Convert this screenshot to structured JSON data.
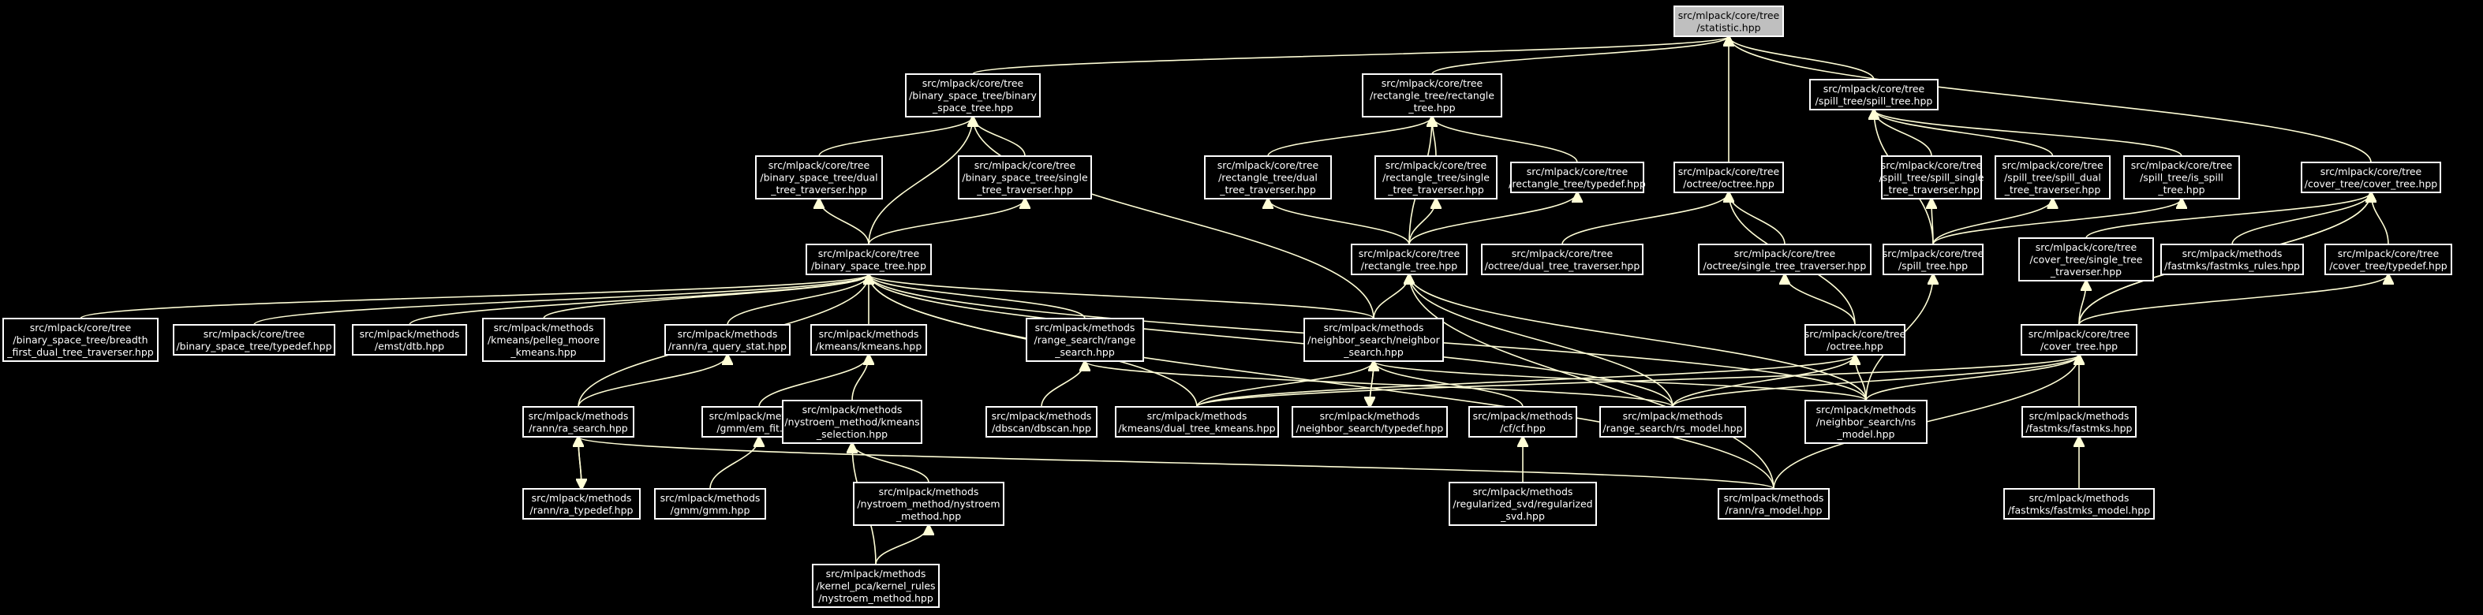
{
  "nodes": [
    {
      "id": "statistic",
      "lines": [
        "src/mlpack/core/tree",
        "/statistic.hpp"
      ],
      "root": true
    },
    {
      "id": "bst_binary",
      "lines": [
        "src/mlpack/core/tree",
        "/binary_space_tree/binary",
        "_space_tree.hpp"
      ]
    },
    {
      "id": "rect_rect",
      "lines": [
        "src/mlpack/core/tree",
        "/rectangle_tree/rectangle",
        "_tree.hpp"
      ]
    },
    {
      "id": "spill_spill",
      "lines": [
        "src/mlpack/core/tree",
        "/spill_tree/spill_tree.hpp"
      ]
    },
    {
      "id": "bst_dual",
      "lines": [
        "src/mlpack/core/tree",
        "/binary_space_tree/dual",
        "_tree_traverser.hpp"
      ]
    },
    {
      "id": "bst_single",
      "lines": [
        "src/mlpack/core/tree",
        "/binary_space_tree/single",
        "_tree_traverser.hpp"
      ]
    },
    {
      "id": "rect_dual",
      "lines": [
        "src/mlpack/core/tree",
        "/rectangle_tree/dual",
        "_tree_traverser.hpp"
      ]
    },
    {
      "id": "rect_single",
      "lines": [
        "src/mlpack/core/tree",
        "/rectangle_tree/single",
        "_tree_traverser.hpp"
      ]
    },
    {
      "id": "rect_typedef",
      "lines": [
        "src/mlpack/core/tree",
        "/rectangle_tree/typedef.hpp"
      ]
    },
    {
      "id": "octree_octree",
      "lines": [
        "src/mlpack/core/tree",
        "/octree/octree.hpp"
      ]
    },
    {
      "id": "spill_single",
      "lines": [
        "src/mlpack/core/tree",
        "/spill_tree/spill_single",
        "_tree_traverser.hpp"
      ]
    },
    {
      "id": "spill_dual",
      "lines": [
        "src/mlpack/core/tree",
        "/spill_tree/spill_dual",
        "_tree_traverser.hpp"
      ]
    },
    {
      "id": "spill_is",
      "lines": [
        "src/mlpack/core/tree",
        "/spill_tree/is_spill",
        "_tree.hpp"
      ]
    },
    {
      "id": "cover_cover",
      "lines": [
        "src/mlpack/core/tree",
        "/cover_tree/cover_tree.hpp"
      ]
    },
    {
      "id": "bst_hpp",
      "lines": [
        "src/mlpack/core/tree",
        "/binary_space_tree.hpp"
      ]
    },
    {
      "id": "rect_hpp",
      "lines": [
        "src/mlpack/core/tree",
        "/rectangle_tree.hpp"
      ]
    },
    {
      "id": "oct_dual",
      "lines": [
        "src/mlpack/core/tree",
        "/octree/dual_tree_traverser.hpp"
      ]
    },
    {
      "id": "oct_single",
      "lines": [
        "src/mlpack/core/tree",
        "/octree/single_tree_traverser.hpp"
      ]
    },
    {
      "id": "spill_hpp",
      "lines": [
        "src/mlpack/core/tree",
        "/spill_tree.hpp"
      ]
    },
    {
      "id": "cover_single",
      "lines": [
        "src/mlpack/core/tree",
        "/cover_tree/single_tree",
        "_traverser.hpp"
      ]
    },
    {
      "id": "fastmks_rules",
      "lines": [
        "src/mlpack/methods",
        "/fastmks/fastmks_rules.hpp"
      ]
    },
    {
      "id": "cover_typedef",
      "lines": [
        "src/mlpack/core/tree",
        "/cover_tree/typedef.hpp"
      ]
    },
    {
      "id": "bst_breadth",
      "lines": [
        "src/mlpack/core/tree",
        "/binary_space_tree/breadth",
        "_first_dual_tree_traverser.hpp"
      ]
    },
    {
      "id": "bst_typedef",
      "lines": [
        "src/mlpack/core/tree",
        "/binary_space_tree/typedef.hpp"
      ]
    },
    {
      "id": "emst_dtb",
      "lines": [
        "src/mlpack/methods",
        "/emst/dtb.hpp"
      ]
    },
    {
      "id": "pelleg",
      "lines": [
        "src/mlpack/methods",
        "/kmeans/pelleg_moore",
        "_kmeans.hpp"
      ]
    },
    {
      "id": "ra_query_stat",
      "lines": [
        "src/mlpack/methods",
        "/rann/ra_query_stat.hpp"
      ]
    },
    {
      "id": "kmeans_kmeans",
      "lines": [
        "src/mlpack/methods",
        "/kmeans/kmeans.hpp"
      ]
    },
    {
      "id": "range_search",
      "lines": [
        "src/mlpack/methods",
        "/range_search/range",
        "_search.hpp"
      ]
    },
    {
      "id": "ns_ns",
      "lines": [
        "src/mlpack/methods",
        "/neighbor_search/neighbor",
        "_search.hpp"
      ]
    },
    {
      "id": "octree_hpp",
      "lines": [
        "src/mlpack/core/tree",
        "/octree.hpp"
      ]
    },
    {
      "id": "cover_hpp",
      "lines": [
        "src/mlpack/core/tree",
        "/cover_tree.hpp"
      ]
    },
    {
      "id": "ra_search",
      "lines": [
        "src/mlpack/methods",
        "/rann/ra_search.hpp"
      ]
    },
    {
      "id": "em_fit",
      "lines": [
        "src/mlpack/methods",
        "/gmm/em_fit.hpp"
      ]
    },
    {
      "id": "nystroem_kmeans",
      "lines": [
        "src/mlpack/methods",
        "/nystroem_method/kmeans",
        "_selection.hpp"
      ]
    },
    {
      "id": "dbscan",
      "lines": [
        "src/mlpack/methods",
        "/dbscan/dbscan.hpp"
      ]
    },
    {
      "id": "dual_tree_kmeans",
      "lines": [
        "src/mlpack/methods",
        "/kmeans/dual_tree_kmeans.hpp"
      ]
    },
    {
      "id": "ns_typedef",
      "lines": [
        "src/mlpack/methods",
        "/neighbor_search/typedef.hpp"
      ]
    },
    {
      "id": "cf",
      "lines": [
        "src/mlpack/methods",
        "/cf/cf.hpp"
      ]
    },
    {
      "id": "rs_model",
      "lines": [
        "src/mlpack/methods",
        "/range_search/rs_model.hpp"
      ]
    },
    {
      "id": "ns_model",
      "lines": [
        "src/mlpack/methods",
        "/neighbor_search/ns",
        "_model.hpp"
      ]
    },
    {
      "id": "fastmks",
      "lines": [
        "src/mlpack/methods",
        "/fastmks/fastmks.hpp"
      ]
    },
    {
      "id": "ra_typedef",
      "lines": [
        "src/mlpack/methods",
        "/rann/ra_typedef.hpp"
      ]
    },
    {
      "id": "gmm",
      "lines": [
        "src/mlpack/methods",
        "/gmm/gmm.hpp"
      ]
    },
    {
      "id": "nystroem_method",
      "lines": [
        "src/mlpack/methods",
        "/nystroem_method/nystroem",
        "_method.hpp"
      ]
    },
    {
      "id": "reg_svd",
      "lines": [
        "src/mlpack/methods",
        "/regularized_svd/regularized",
        "_svd.hpp"
      ]
    },
    {
      "id": "ra_model",
      "lines": [
        "src/mlpack/methods",
        "/rann/ra_model.hpp"
      ]
    },
    {
      "id": "fastmks_model",
      "lines": [
        "src/mlpack/methods",
        "/fastmks/fastmks_model.hpp"
      ]
    },
    {
      "id": "kernel_rules",
      "lines": [
        "src/mlpack/methods",
        "/kernel_pca/kernel_rules",
        "/nystroem_method.hpp"
      ]
    }
  ],
  "edges": [
    [
      "bst_binary",
      "statistic"
    ],
    [
      "rect_rect",
      "statistic"
    ],
    [
      "spill_spill",
      "statistic"
    ],
    [
      "octree_octree",
      "statistic"
    ],
    [
      "cover_cover",
      "statistic"
    ],
    [
      "bst_dual",
      "bst_binary"
    ],
    [
      "bst_single",
      "bst_binary"
    ],
    [
      "bst_hpp",
      "bst_binary"
    ],
    [
      "bst_hpp",
      "bst_dual"
    ],
    [
      "bst_hpp",
      "bst_single"
    ],
    [
      "rect_dual",
      "rect_rect"
    ],
    [
      "rect_single",
      "rect_rect"
    ],
    [
      "rect_typedef",
      "rect_rect"
    ],
    [
      "rect_hpp",
      "rect_rect"
    ],
    [
      "rect_hpp",
      "rect_dual"
    ],
    [
      "rect_hpp",
      "rect_single"
    ],
    [
      "rect_hpp",
      "rect_typedef"
    ],
    [
      "oct_dual",
      "octree_octree"
    ],
    [
      "oct_single",
      "octree_octree"
    ],
    [
      "octree_hpp",
      "octree_octree"
    ],
    [
      "octree_hpp",
      "oct_single"
    ],
    [
      "spill_single",
      "spill_spill"
    ],
    [
      "spill_dual",
      "spill_spill"
    ],
    [
      "spill_is",
      "spill_spill"
    ],
    [
      "spill_hpp",
      "spill_spill"
    ],
    [
      "spill_hpp",
      "spill_single"
    ],
    [
      "spill_hpp",
      "spill_dual"
    ],
    [
      "spill_hpp",
      "spill_is"
    ],
    [
      "cover_single",
      "cover_cover"
    ],
    [
      "fastmks_rules",
      "cover_cover"
    ],
    [
      "cover_typedef",
      "cover_cover"
    ],
    [
      "cover_hpp",
      "cover_cover"
    ],
    [
      "cover_hpp",
      "cover_single"
    ],
    [
      "cover_hpp",
      "cover_typedef"
    ],
    [
      "bst_breadth",
      "bst_hpp"
    ],
    [
      "bst_typedef",
      "bst_hpp"
    ],
    [
      "emst_dtb",
      "bst_hpp"
    ],
    [
      "pelleg",
      "bst_hpp"
    ],
    [
      "ra_query_stat",
      "bst_hpp"
    ],
    [
      "kmeans_kmeans",
      "bst_hpp"
    ],
    [
      "range_search",
      "bst_hpp"
    ],
    [
      "ns_ns",
      "bst_hpp"
    ],
    [
      "ns_ns",
      "bst_binary"
    ],
    [
      "ra_search",
      "bst_hpp"
    ],
    [
      "dual_tree_kmeans",
      "bst_hpp"
    ],
    [
      "rs_model",
      "bst_hpp"
    ],
    [
      "ns_model",
      "bst_hpp"
    ],
    [
      "ra_model",
      "bst_hpp"
    ],
    [
      "ns_ns",
      "rect_hpp"
    ],
    [
      "rs_model",
      "rect_hpp"
    ],
    [
      "ns_model",
      "rect_hpp"
    ],
    [
      "ra_model",
      "rect_hpp"
    ],
    [
      "rs_model",
      "octree_hpp"
    ],
    [
      "ns_model",
      "octree_hpp"
    ],
    [
      "dual_tree_kmeans",
      "octree_hpp"
    ],
    [
      "ns_model",
      "spill_hpp"
    ],
    [
      "cover_hpp",
      "cover_cover"
    ],
    [
      "rs_model",
      "cover_hpp"
    ],
    [
      "ns_model",
      "cover_hpp"
    ],
    [
      "ra_model",
      "cover_hpp"
    ],
    [
      "fastmks",
      "cover_hpp"
    ],
    [
      "dual_tree_kmeans",
      "cover_hpp"
    ],
    [
      "ra_search",
      "ra_query_stat"
    ],
    [
      "ra_typedef",
      "ra_search"
    ],
    [
      "ra_search",
      "ra_typedef"
    ],
    [
      "ra_model",
      "ra_search"
    ],
    [
      "em_fit",
      "kmeans_kmeans"
    ],
    [
      "nystroem_kmeans",
      "kmeans_kmeans"
    ],
    [
      "gmm",
      "em_fit"
    ],
    [
      "dbscan",
      "range_search"
    ],
    [
      "rs_model",
      "range_search"
    ],
    [
      "dual_tree_kmeans",
      "ns_ns"
    ],
    [
      "ns_typedef",
      "ns_ns"
    ],
    [
      "ns_ns",
      "ns_typedef"
    ],
    [
      "cf",
      "ns_ns"
    ],
    [
      "ns_model",
      "ns_ns"
    ],
    [
      "reg_svd",
      "cf"
    ],
    [
      "nystroem_method",
      "nystroem_kmeans"
    ],
    [
      "kernel_rules",
      "nystroem_method"
    ],
    [
      "kernel_rules",
      "nystroem_kmeans"
    ],
    [
      "fastmks_model",
      "fastmks"
    ]
  ]
}
